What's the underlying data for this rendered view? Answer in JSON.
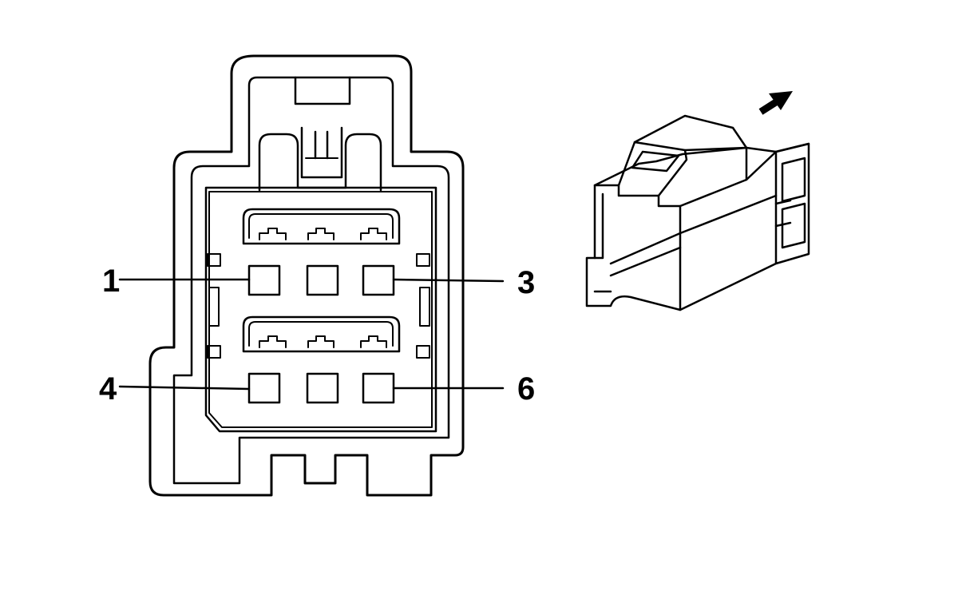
{
  "pin_labels": {
    "pin_1": "1",
    "pin_3": "3",
    "pin_4": "4",
    "pin_6": "6"
  },
  "colors": {
    "stroke": "#000000",
    "background": "#ffffff"
  },
  "icons": {
    "direction_arrow": "arrow-up-right-icon"
  }
}
